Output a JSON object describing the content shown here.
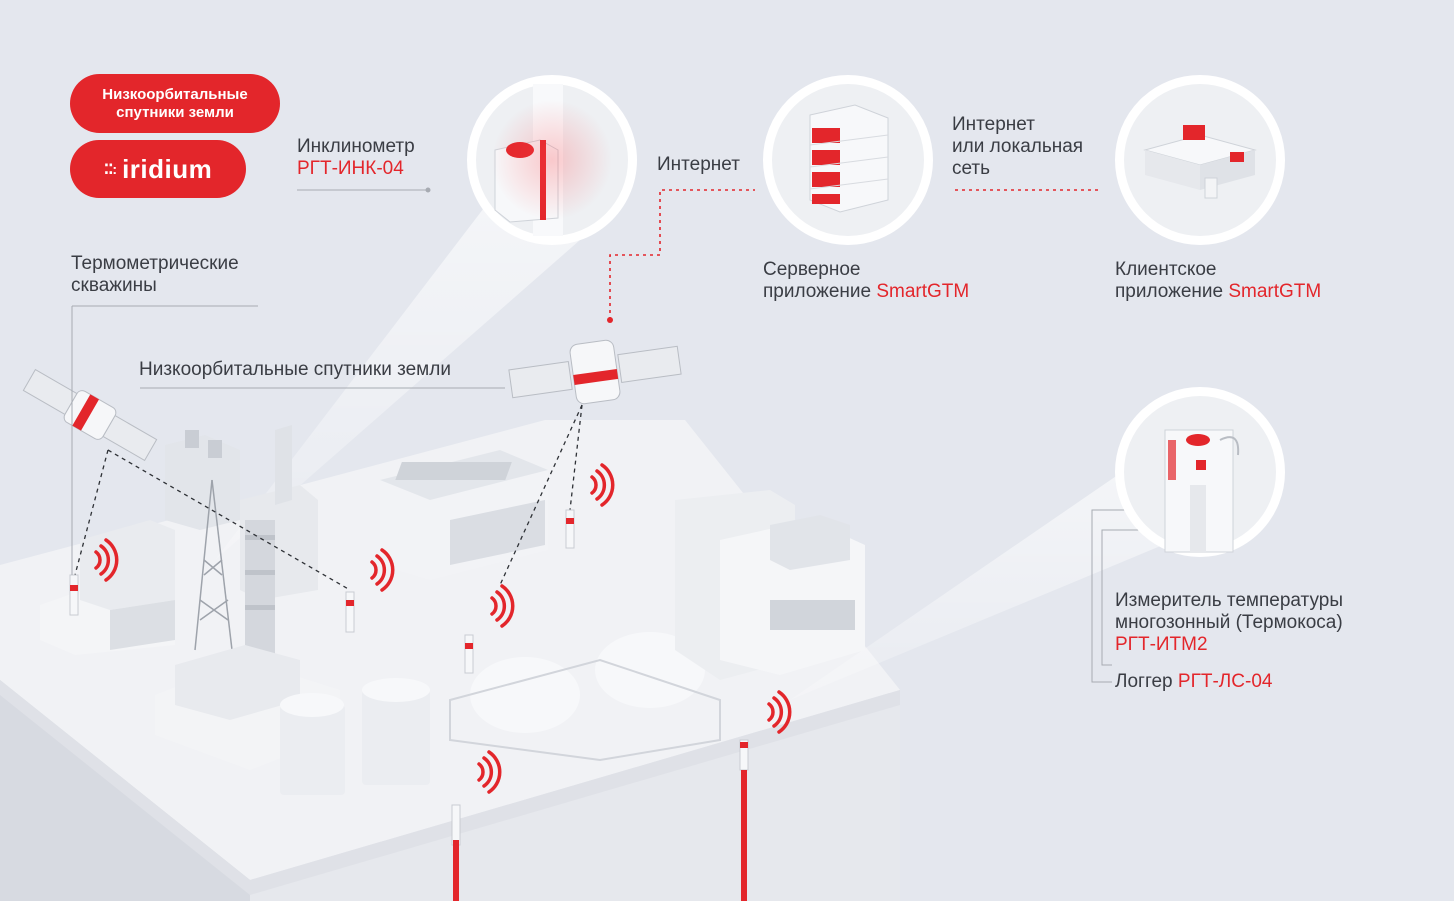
{
  "badges": {
    "leo_line1": "Низкоорбитальные",
    "leo_line2": "спутники земли",
    "iridium": "iridium"
  },
  "labels": {
    "inclinometer": {
      "line1": "Инклинометр",
      "model": "РГТ-ИНК-04"
    },
    "internet": "Интернет",
    "internet_local": {
      "line1": "Интернет",
      "line2": "или локальная",
      "line3": "сеть"
    },
    "thermo_wells": {
      "line1": "Термометрические",
      "line2": "скважины"
    },
    "leo_satellites": "Низкоорбитальные спутники земли",
    "server_app": {
      "line1": "Серверное",
      "line2": "приложение",
      "product": "SmartGTM"
    },
    "client_app": {
      "line1": "Клиентское",
      "line2": "приложение",
      "product": "SmartGTM"
    },
    "thermo_meter": {
      "line1": "Измеритель температуры",
      "line2": "многозонный (Термокоса)",
      "model": "РГТ-ИТМ2"
    },
    "logger": {
      "line1": "Логгер",
      "model": "РГТ-ЛС-04"
    }
  },
  "icons": [
    "satellite-icon",
    "server-icon",
    "workstation-icon",
    "wifi-signal-icon",
    "iridium-dots-icon"
  ],
  "colors": {
    "accent": "#e3262b",
    "text": "#3a3d44",
    "background": "#e4e7ee"
  }
}
